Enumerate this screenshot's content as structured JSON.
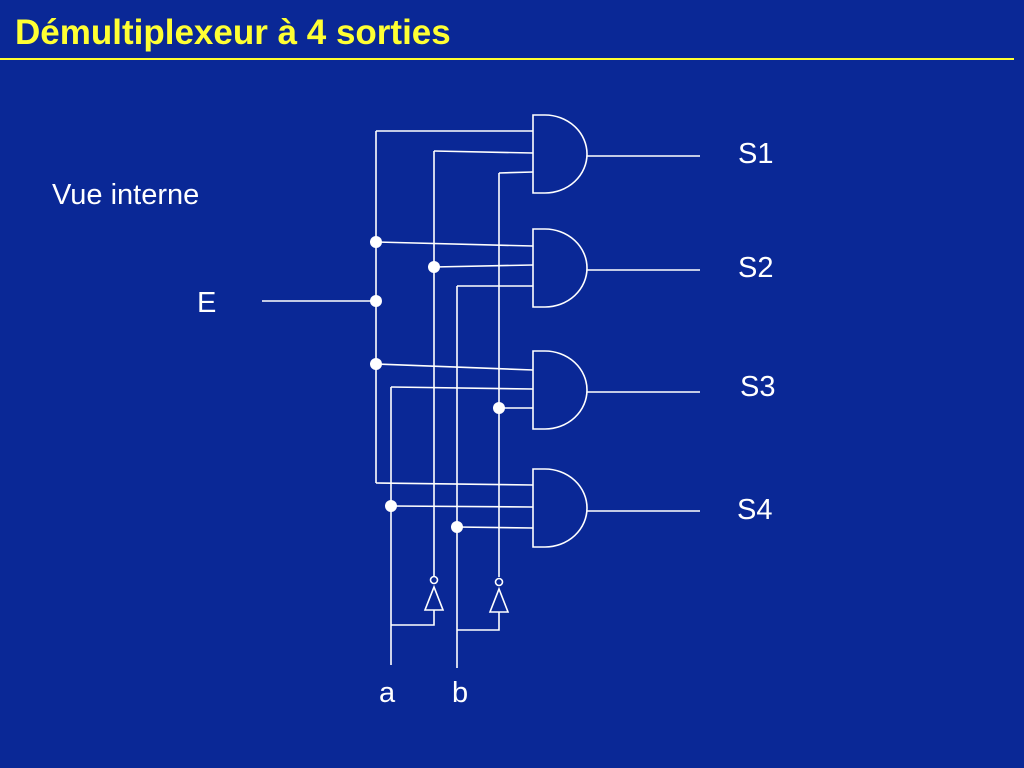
{
  "title": "Démultiplexeur à 4 sorties",
  "subtitle": "Vue interne",
  "input_label": "E",
  "select_labels": [
    "a",
    "b"
  ],
  "outputs": [
    "S1",
    "S2",
    "S3",
    "S4"
  ]
}
